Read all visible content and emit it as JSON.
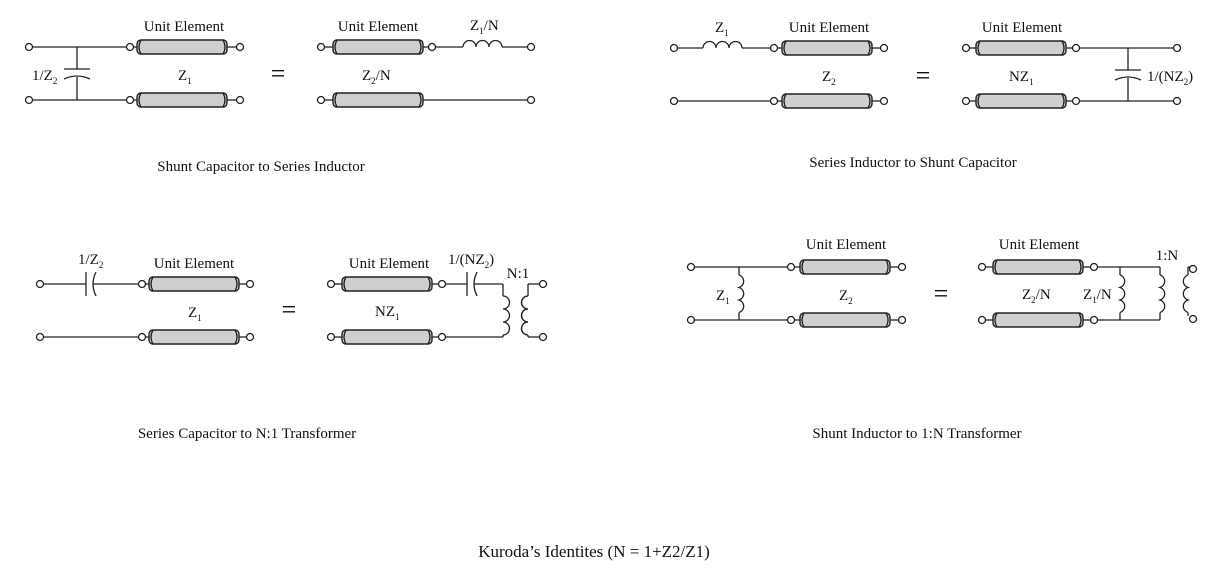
{
  "title": "Kuroda’s Identites (N = 1+Z2/Z1)",
  "identities": [
    {
      "caption": "Shunt Capacitor to Series Inductor",
      "left": {
        "unit_element": "Unit Element",
        "cap_label": "1/Z",
        "cap_sub": "2",
        "line_label": "Z",
        "line_sub": "1"
      },
      "right": {
        "unit_element": "Unit Element",
        "ind_label": "Z",
        "ind_sub": "1",
        "ind_tail": "/N",
        "line_label": "Z",
        "line_sub": "2",
        "line_tail": "/N"
      }
    },
    {
      "caption": "Series Inductor to Shunt Capacitor",
      "left": {
        "unit_element": "Unit Element",
        "ind_label": "Z",
        "ind_sub": "1",
        "line_label": "Z",
        "line_sub": "2"
      },
      "right": {
        "unit_element": "Unit Element",
        "line_label": "NZ",
        "line_sub": "1",
        "cap_label": "1/(NZ",
        "cap_sub": "2",
        "cap_tail": ")"
      }
    },
    {
      "caption": "Series Capacitor to N:1 Transformer",
      "left": {
        "unit_element": "Unit Element",
        "cap_label": "1/Z",
        "cap_sub": "2",
        "line_label": "Z",
        "line_sub": "1"
      },
      "right": {
        "unit_element": "Unit Element",
        "cap_label": "1/(NZ",
        "cap_sub": "2",
        "cap_tail": ")",
        "line_label": "NZ",
        "line_sub": "1",
        "xfmr": "N:1"
      }
    },
    {
      "caption": "Shunt Inductor to 1:N Transformer",
      "left": {
        "unit_element": "Unit Element",
        "ind_label": "Z",
        "ind_sub": "1",
        "line_label": "Z",
        "line_sub": "2"
      },
      "right": {
        "unit_element": "Unit Element",
        "line_label": "Z",
        "line_sub": "2",
        "line_tail": "/N",
        "ind_label": "Z",
        "ind_sub": "1",
        "ind_tail": "/N",
        "xfmr": "1:N"
      }
    }
  ],
  "equals": "="
}
